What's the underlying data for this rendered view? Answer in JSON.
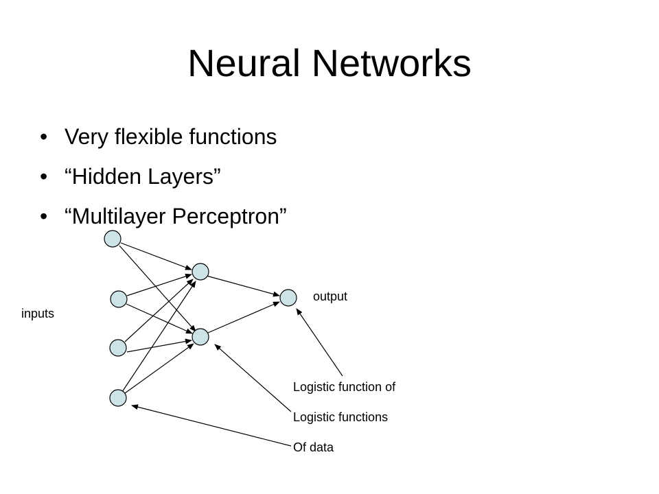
{
  "slide": {
    "title": "Neural Networks",
    "bullets": [
      "Very flexible functions",
      "“Hidden Layers”",
      "“Multilayer Perceptron”"
    ]
  },
  "diagram": {
    "node_fill": "#cde4e6",
    "labels": {
      "inputs": "inputs",
      "output": "output",
      "annotation_line1": "Logistic function of",
      "annotation_line2": "Logistic functions",
      "annotation_line3": "Of data"
    }
  }
}
